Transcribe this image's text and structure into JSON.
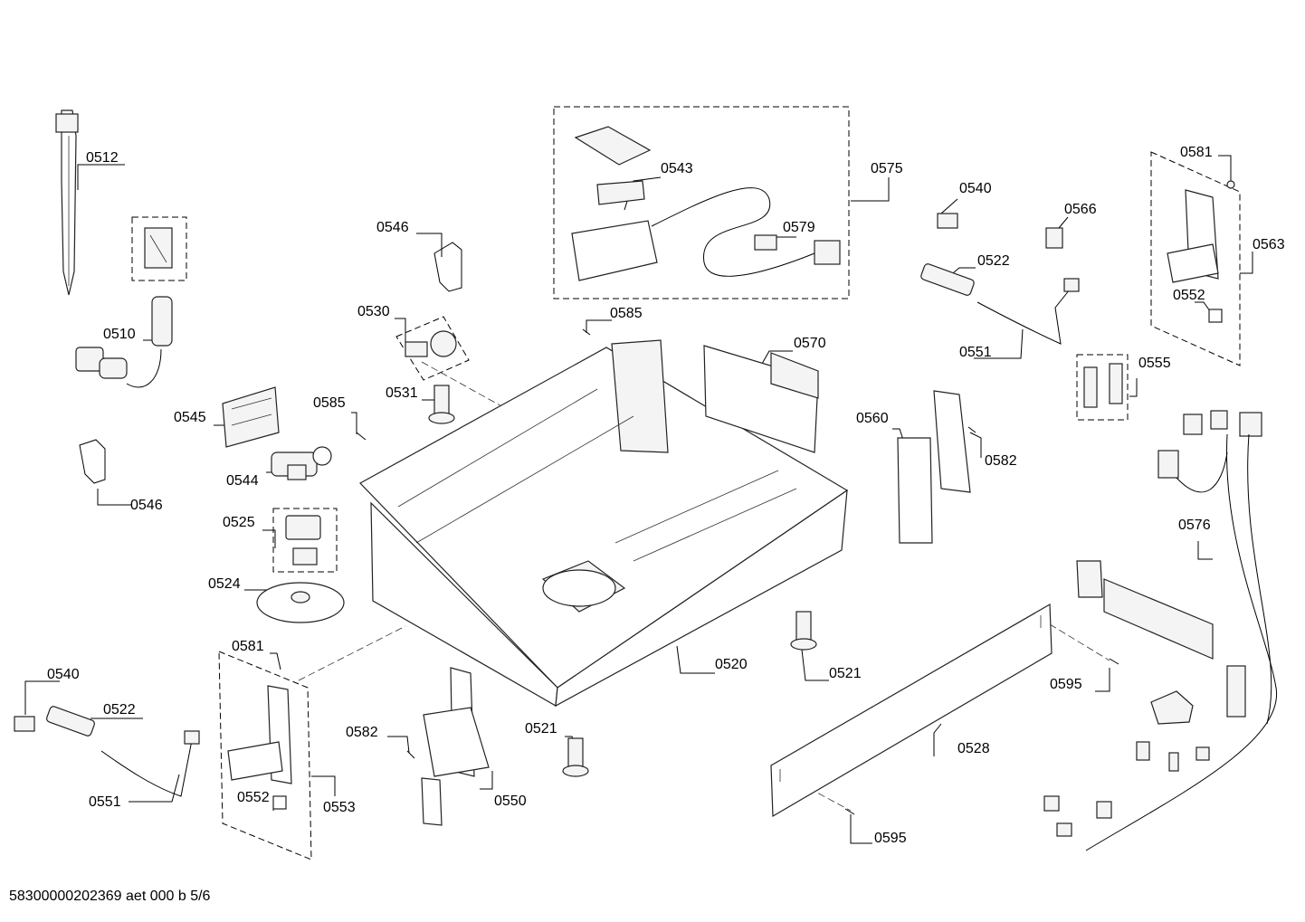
{
  "callouts": [
    {
      "id": "0512",
      "text": "0512"
    },
    {
      "id": "0510",
      "text": "0510"
    },
    {
      "id": "0545",
      "text": "0545"
    },
    {
      "id": "0544",
      "text": "0544"
    },
    {
      "id": "0546a",
      "text": "0546"
    },
    {
      "id": "0546b",
      "text": "0546"
    },
    {
      "id": "0525",
      "text": "0525"
    },
    {
      "id": "0524",
      "text": "0524"
    },
    {
      "id": "0540a",
      "text": "0540"
    },
    {
      "id": "0522a",
      "text": "0522"
    },
    {
      "id": "0551a",
      "text": "0551"
    },
    {
      "id": "0581a",
      "text": "0581"
    },
    {
      "id": "0552a",
      "text": "0552"
    },
    {
      "id": "0553",
      "text": "0553"
    },
    {
      "id": "0530",
      "text": "0530"
    },
    {
      "id": "0531",
      "text": "0531"
    },
    {
      "id": "0585a",
      "text": "0585"
    },
    {
      "id": "0585b",
      "text": "0585"
    },
    {
      "id": "0543",
      "text": "0543"
    },
    {
      "id": "0575",
      "text": "0575"
    },
    {
      "id": "0579",
      "text": "0579"
    },
    {
      "id": "0570",
      "text": "0570"
    },
    {
      "id": "0520",
      "text": "0520"
    },
    {
      "id": "0521a",
      "text": "0521"
    },
    {
      "id": "0521b",
      "text": "0521"
    },
    {
      "id": "0582a",
      "text": "0582"
    },
    {
      "id": "0550",
      "text": "0550"
    },
    {
      "id": "0560",
      "text": "0560"
    },
    {
      "id": "0582b",
      "text": "0582"
    },
    {
      "id": "0540b",
      "text": "0540"
    },
    {
      "id": "0522b",
      "text": "0522"
    },
    {
      "id": "0566",
      "text": "0566"
    },
    {
      "id": "0551b",
      "text": "0551"
    },
    {
      "id": "0555",
      "text": "0555"
    },
    {
      "id": "0581b",
      "text": "0581"
    },
    {
      "id": "0563",
      "text": "0563"
    },
    {
      "id": "0552b",
      "text": "0552"
    },
    {
      "id": "0576",
      "text": "0576"
    },
    {
      "id": "0528",
      "text": "0528"
    },
    {
      "id": "0595a",
      "text": "0595"
    },
    {
      "id": "0595b",
      "text": "0595"
    }
  ],
  "footer": "58300000202369 aet 000 b 5/6"
}
